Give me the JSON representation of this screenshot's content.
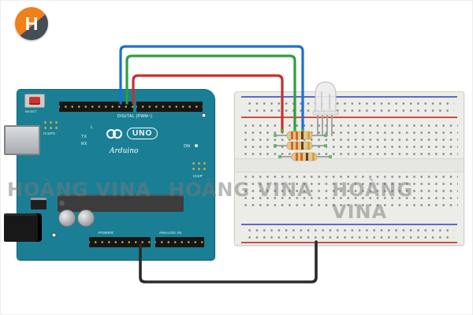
{
  "page": {
    "background": "#ffffff"
  },
  "logo": {
    "letter": "H",
    "color_top": "#f08019",
    "color_bottom": "#454d57"
  },
  "watermark": {
    "text": "HOÀNG VINA",
    "color": "#787878",
    "instances": 3
  },
  "arduino": {
    "board_color": "#1a7f95",
    "labels": {
      "reset": "RESET",
      "icsp2": "ICSP2",
      "digital": "DIGITAL (PWM~)",
      "led_l": "L",
      "tx": "TX",
      "rx": "RX",
      "uno": "UNO",
      "brand": "Arduino",
      "on": "ON",
      "icsp": "ICSP",
      "power": "POWER",
      "analog_in": "ANALOG IN"
    }
  },
  "breadboard": {
    "body_color": "#ecece9",
    "rail_red": "#c94f43",
    "rail_blue": "#5b6bc9"
  },
  "led": {
    "type": "rgb-led",
    "legs": 4,
    "body_color": "#ececec"
  },
  "resistors": [
    {
      "bands": [
        "orange",
        "orange",
        "brown",
        "gold"
      ],
      "band_hex": [
        "#d2691e",
        "#d2691e",
        "#6b3e1e",
        "#c9a83c"
      ]
    },
    {
      "bands": [
        "orange",
        "orange",
        "brown",
        "gold"
      ],
      "band_hex": [
        "#d2691e",
        "#d2691e",
        "#6b3e1e",
        "#c9a83c"
      ]
    },
    {
      "bands": [
        "orange",
        "orange",
        "brown",
        "gold"
      ],
      "band_hex": [
        "#d2691e",
        "#d2691e",
        "#6b3e1e",
        "#c9a83c"
      ]
    }
  ],
  "wires": {
    "blue": "#1e6fd2",
    "green": "#2f9e41",
    "red": "#c3312b",
    "black": "#2a2a2a"
  }
}
